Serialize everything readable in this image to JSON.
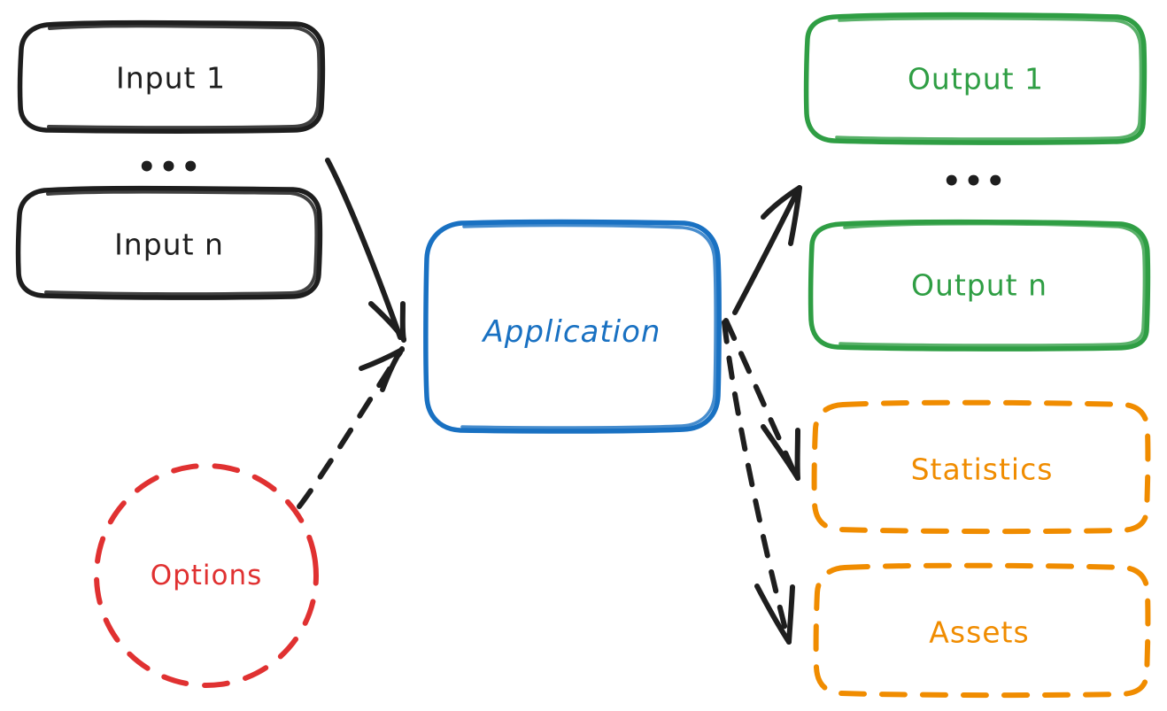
{
  "diagram": {
    "title": "Application input output diagram",
    "background": "#ffffff",
    "style": "hand-drawn",
    "colors": {
      "black": "#1e1e1e",
      "blue": "#1971c2",
      "green": "#2f9e44",
      "red": "#e03131",
      "orange": "#f08c00"
    },
    "nodes": {
      "input_1": {
        "label": "Input 1",
        "color": "#1e1e1e",
        "shape": "rounded-rect",
        "stroke": "solid"
      },
      "input_n": {
        "label": "Input n",
        "color": "#1e1e1e",
        "shape": "rounded-rect",
        "stroke": "solid"
      },
      "input_ellipsis": {
        "label": "•••"
      },
      "application": {
        "label": "Application",
        "color": "#1971c2",
        "shape": "rounded-rect",
        "stroke": "solid"
      },
      "options": {
        "label": "Options",
        "color": "#e03131",
        "shape": "ellipse",
        "stroke": "dashed"
      },
      "output_1": {
        "label": "Output 1",
        "color": "#2f9e44",
        "shape": "rounded-rect",
        "stroke": "solid"
      },
      "output_n": {
        "label": "Output n",
        "color": "#2f9e44",
        "shape": "rounded-rect",
        "stroke": "solid"
      },
      "output_ellipsis": {
        "label": "•••"
      },
      "statistics": {
        "label": "Statistics",
        "color": "#f08c00",
        "shape": "rounded-rect",
        "stroke": "dashed"
      },
      "assets": {
        "label": "Assets",
        "color": "#f08c00",
        "shape": "rounded-rect",
        "stroke": "dashed"
      }
    },
    "edges": [
      {
        "from": "inputs",
        "to": "application",
        "stroke": "solid",
        "color": "#1e1e1e",
        "arrow": "end"
      },
      {
        "from": "options",
        "to": "application",
        "stroke": "dashed",
        "color": "#1e1e1e",
        "arrow": "end"
      },
      {
        "from": "application",
        "to": "outputs",
        "stroke": "solid",
        "color": "#1e1e1e",
        "arrow": "end"
      },
      {
        "from": "application",
        "to": "statistics",
        "stroke": "dashed",
        "color": "#1e1e1e",
        "arrow": "end"
      },
      {
        "from": "application",
        "to": "assets",
        "stroke": "dashed",
        "color": "#1e1e1e",
        "arrow": "end"
      }
    ]
  }
}
